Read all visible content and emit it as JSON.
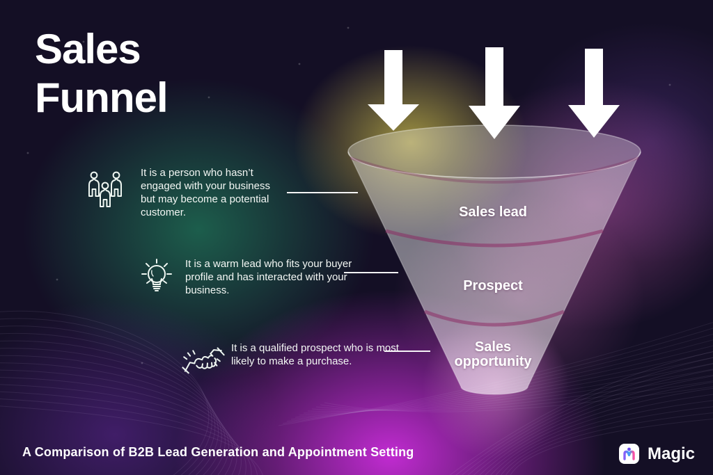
{
  "title": {
    "line1": "Sales",
    "line2": "Funnel"
  },
  "diagram": {
    "type": "funnel",
    "flow_arrows": 3,
    "stages": [
      {
        "label": "Sales lead",
        "icon": "people-group-icon",
        "description": "It is a person who hasn’t engaged with your business but may become a potential customer."
      },
      {
        "label": "Prospect",
        "icon": "lightbulb-icon",
        "description": "It is a warm lead who fits your buyer profile and has interacted with your business."
      },
      {
        "label": "Sales opportunity",
        "icon": "handshake-icon",
        "description": "It is a qualified prospect who is most likely to make a purchase."
      }
    ]
  },
  "footer": {
    "caption": "A Comparison of B2B Lead Generation and Appointment Setting",
    "brand": "Magic",
    "brand_icon": "magic-m-logo-icon"
  },
  "colors": {
    "background": "#140f25",
    "accent_magenta": "#ca2dda",
    "accent_green": "#228e64",
    "accent_olive": "#c0b248",
    "accent_purple": "#6c2caa",
    "funnel_fill": "rgba(255,255,255,0.45)",
    "divider": "rgba(140,35,95,0.5)",
    "text": "#ffffff"
  }
}
